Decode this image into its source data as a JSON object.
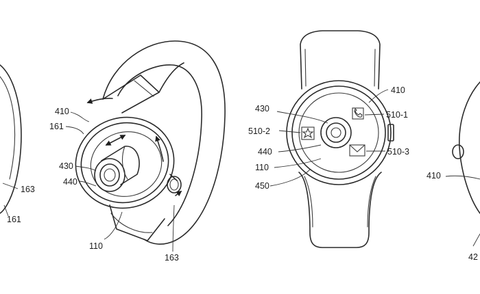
{
  "labels": {
    "left_163": "163",
    "left_161": "161",
    "w1_410": "410",
    "w1_161": "161",
    "w1_430": "430",
    "w1_440": "440",
    "w1_110": "110",
    "w1_163": "163",
    "w2_410": "410",
    "w2_430": "430",
    "w2_510_1": "510-1",
    "w2_510_2": "510-2",
    "w2_440": "440",
    "w2_110": "110",
    "w2_510_3": "510-3",
    "w2_450": "450",
    "right_410": "410",
    "right_42": "42"
  },
  "icons": {
    "motion_arrows": "double-headed-arrow-icon",
    "item_a": "phone-icon",
    "item_b": "star-icon",
    "item_c": "envelope-icon"
  },
  "colors": {
    "line": "#2a2a2a",
    "background": "#ffffff"
  }
}
